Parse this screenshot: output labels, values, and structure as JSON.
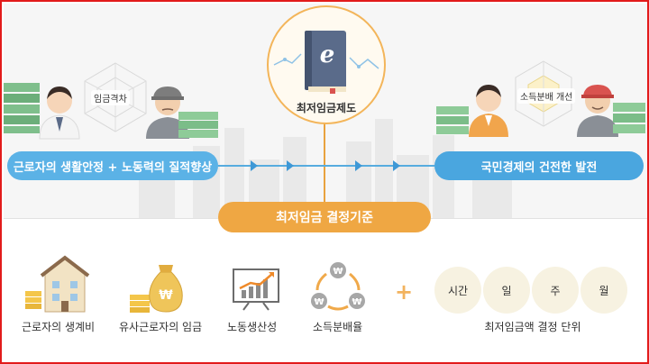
{
  "center": {
    "title": "최저임금제도",
    "book_letter": "e"
  },
  "left_scene": {
    "gap_label": "임금격차"
  },
  "right_scene": {
    "gap_label": "소득분배 개선"
  },
  "flow": {
    "left_goal": "근로자의 생활안정 + 노동력의 질적향상",
    "right_goal": "국민경제의 건전한 발전",
    "criteria_title": "최저임금 결정기준"
  },
  "criteria": [
    {
      "label": "근로자의 생계비",
      "icon": "house-coins-icon"
    },
    {
      "label": "유사근로자의 임금",
      "icon": "money-bag-icon"
    },
    {
      "label": "노동생산성",
      "icon": "growth-chart-icon"
    },
    {
      "label": "소득분배율",
      "icon": "won-cycle-icon"
    }
  ],
  "plus_sign": "+",
  "units": [
    "시간",
    "일",
    "주",
    "월"
  ],
  "units_caption": "최저임금액 결정 단위",
  "colors": {
    "frame": "#e21b1b",
    "blue_pill": "#5bb2e6",
    "orange_pill": "#efa743",
    "unit_circle": "#f7f2e1"
  }
}
